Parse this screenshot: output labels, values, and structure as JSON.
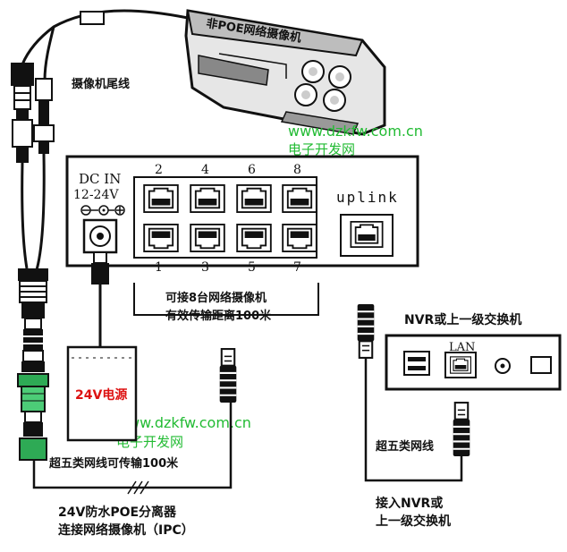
{
  "camera": {
    "body_label": "非POE网络摄像机",
    "tail_label": "摄像机尾线"
  },
  "watermark": {
    "url": "www.dzkfw.com.cn",
    "name": "电子开发网",
    "color": "#22bb33"
  },
  "switch": {
    "dc_in_label": "DC IN",
    "voltage_label": "12-24V",
    "top_port_numbers": [
      "2",
      "4",
      "6",
      "8"
    ],
    "bottom_port_numbers": [
      "1",
      "3",
      "5",
      "7"
    ],
    "uplink_label": "uplink",
    "caption_line1": "可接8台网络摄像机",
    "caption_line2": "有效传输距离100米"
  },
  "nvr": {
    "title": "NVR或上一级交换机",
    "lan_label": "LAN"
  },
  "power": {
    "label": "24V电源",
    "label_color": "#dd1111"
  },
  "cables": {
    "left_cable_label": "超五类网线可传输100米",
    "right_cable_label": "超五类网线",
    "right_target_line1": "接入NVR或",
    "right_target_line2": "上一级交换机"
  },
  "splitter": {
    "caption_line1": "24V防水POE分离器",
    "caption_line2": "连接网络摄像机（IPC）"
  }
}
